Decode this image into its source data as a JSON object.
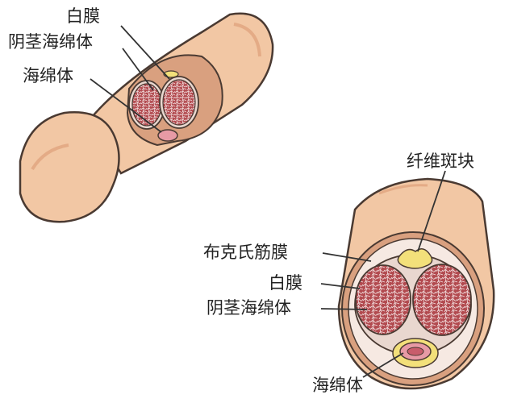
{
  "labels": {
    "top": {
      "tunica": "白膜",
      "corpora_cavernosa": "阴茎海绵体",
      "corpus_spongiosum": "海绵体"
    },
    "bottom": {
      "plaque": "纤维斑块",
      "bucks_fascia": "布克氏筋膜",
      "tunica": "白膜",
      "corpora_cavernosa": "阴茎海绵体",
      "corpus_spongiosum": "海绵体"
    }
  },
  "colors": {
    "skin": "#f2c7a4",
    "skin_shadow": "#e4ab86",
    "outline": "#4a3a32",
    "tissue": "#b24a4f",
    "tissue_mesh": "#f1dcdc",
    "tunica": "#e9d7cf",
    "fascia": "#d9a07f",
    "plaque": "#f3e07a",
    "urethra": "#e79aa5",
    "leader": "#333333"
  }
}
